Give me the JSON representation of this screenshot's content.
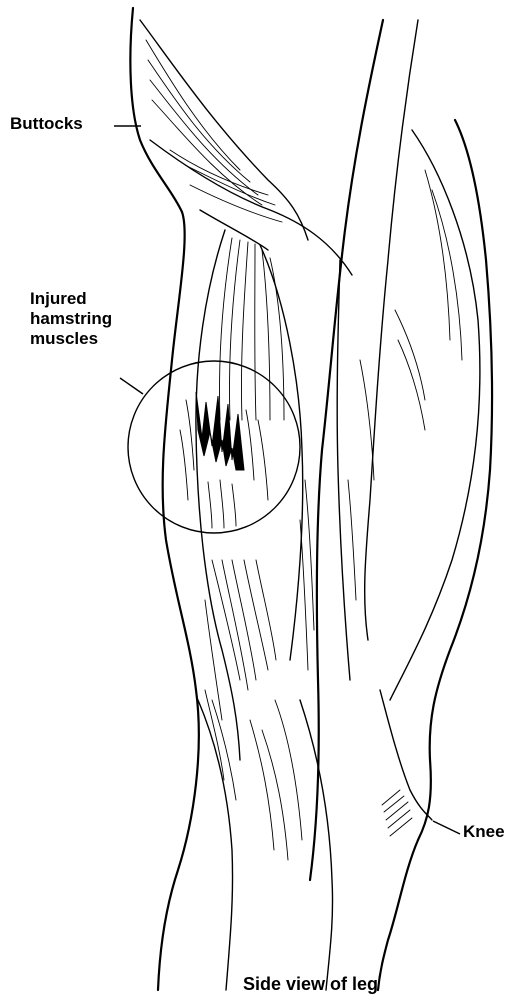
{
  "labels": {
    "buttocks": "Buttocks",
    "injured_line1": "Injured",
    "injured_line2": "hamstring",
    "injured_line3": "muscles",
    "knee": "Knee"
  },
  "caption": "Side view of leg",
  "colors": {
    "ink": "#000000",
    "background": "#ffffff"
  }
}
